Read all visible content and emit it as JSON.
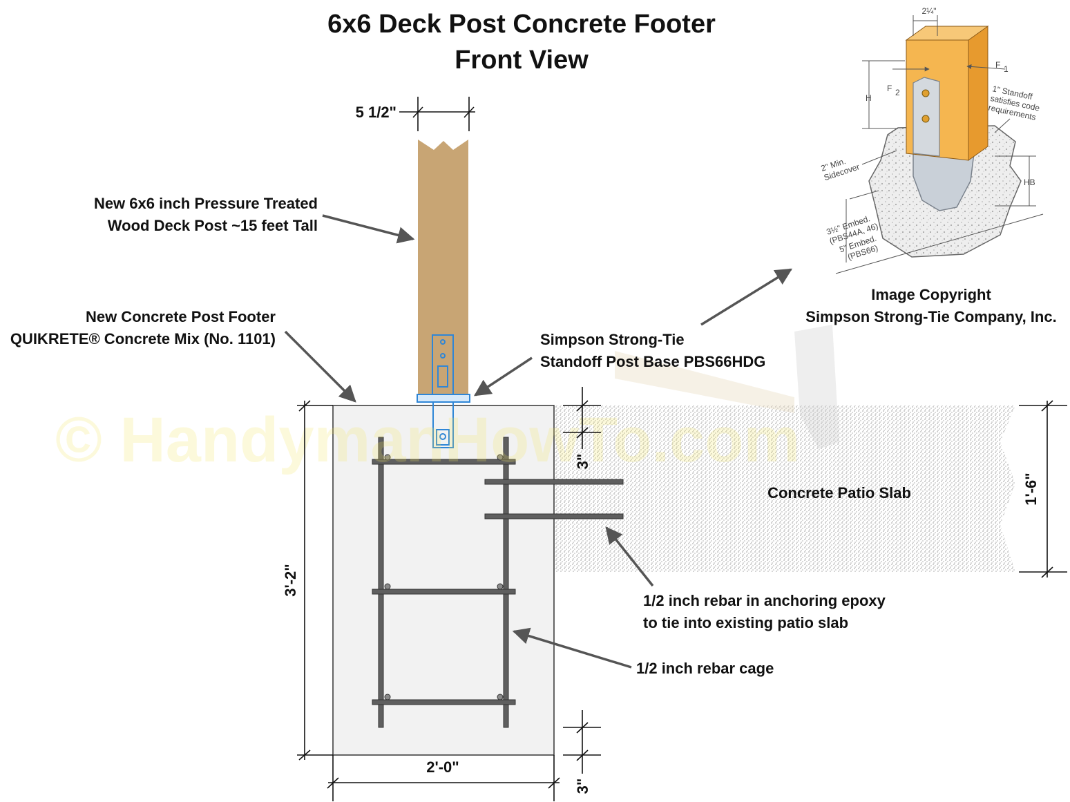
{
  "title": {
    "line1": "6x6 Deck Post Concrete Footer",
    "line2": "Front View"
  },
  "watermark": "© HandymanHowTo.com",
  "dimensions": {
    "post_width": "5 1/2\"",
    "footer_height": "3'-2\"",
    "footer_width": "2'-0\"",
    "top_cover": "3\"",
    "bottom_cover": "3\"",
    "slab_thickness": "1'-6\""
  },
  "labels": {
    "post": {
      "line1": "New 6x6 inch Pressure Treated",
      "line2": "Wood Deck Post ~15 feet Tall"
    },
    "footer": {
      "line1": "New Concrete Post Footer",
      "line2": "QUIKRETE® Concrete Mix (No. 1101)"
    },
    "post_base": {
      "line1": "Simpson Strong-Tie",
      "line2": "Standoff Post Base PBS66HDG"
    },
    "patio_slab": "Concrete Patio Slab",
    "epoxy_rebar": {
      "line1": "1/2 inch rebar in anchoring epoxy",
      "line2": "to tie into existing patio slab"
    },
    "rebar_cage": "1/2 inch rebar cage"
  },
  "copyright": {
    "line1": "Image Copyright",
    "line2": "Simpson Strong-Tie Company, Inc."
  },
  "inset": {
    "width_dim": "2¼\"",
    "f1": "F",
    "f1_sub": "1",
    "f2": "F",
    "f2_sub": "2",
    "h": "H",
    "hb": "HB",
    "standoff_1": "1\" Standoff",
    "standoff_2": "satisfies code",
    "standoff_3": "requirements",
    "sidecover_1": "2\" Min.",
    "sidecover_2": "Sidecover",
    "embed1_1": "3½\" Embed.",
    "embed1_2": "(PBS44A, 46)",
    "embed2_1": "5\" Embed.",
    "embed2_2": "(PBS66)"
  },
  "colors": {
    "post": "#c8a574",
    "footer": "#f2f2f2",
    "rebar": "#5f5f5f",
    "post_base": "#2f86d6",
    "arrow": "#555555",
    "watermark": "#f2e35b"
  }
}
